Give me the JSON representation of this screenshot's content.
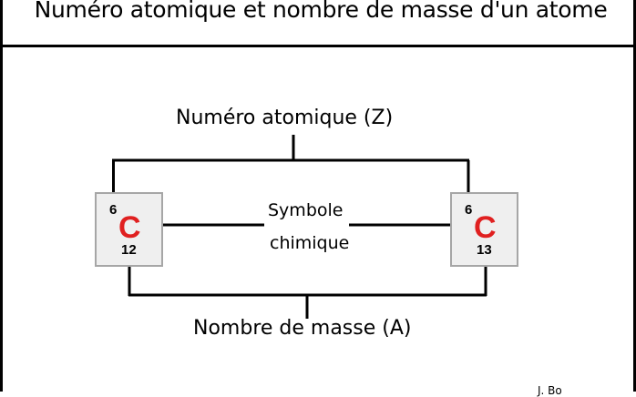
{
  "title": "Numéro atomique et nombre de masse d'un atome",
  "labels": {
    "atomic_number": "Numéro atomique (Z)",
    "symbol_line1": "Symbole",
    "symbol_line2": "chimique",
    "mass_number": "Nombre de masse (A)"
  },
  "atoms": [
    {
      "symbol": "C",
      "atomic_number": "6",
      "mass_number": "12"
    },
    {
      "symbol": "C",
      "atomic_number": "6",
      "mass_number": "13"
    }
  ],
  "credit": "J. Bo",
  "colors": {
    "symbol": "#e02020",
    "tile_fill": "#efefef",
    "tile_border": "#a6a6a6"
  }
}
